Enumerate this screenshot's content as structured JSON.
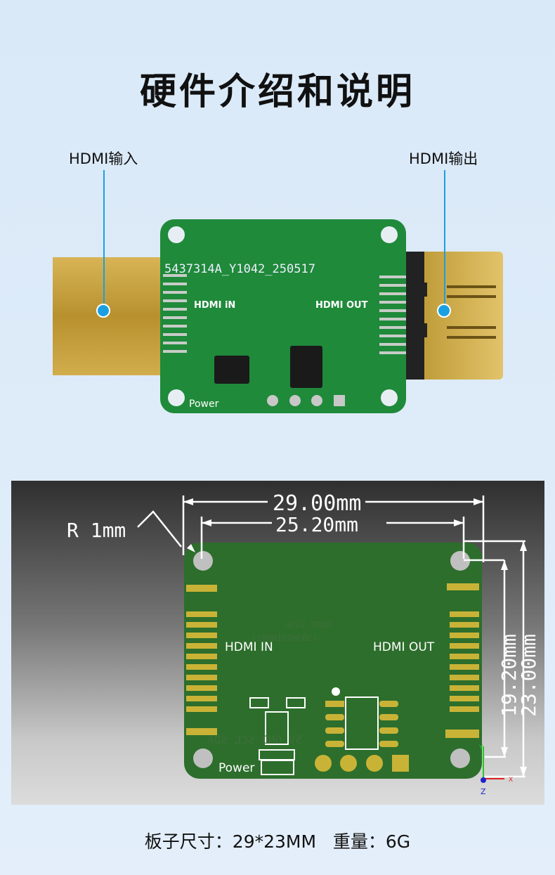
{
  "title": "硬件介绍和说明",
  "callouts": {
    "hdmi_in": "HDMI输入",
    "hdmi_out": "HDMI输出"
  },
  "board_photo": {
    "serial": "5437314A_Y1042_250517",
    "label_in": "HDMI iN",
    "label_out": "HDMI OUT",
    "power": "Power"
  },
  "drawing": {
    "width_outer": "29.00mm",
    "width_holes": "25.20mm",
    "height_holes": "19.20mm",
    "height_outer": "23.00mm",
    "radius": "R 1mm",
    "label_in": "HDMI IN",
    "label_out": "HDMI OUT",
    "power": "Power",
    "mirrored_name": "HDMI_Sink",
    "mirrored_code": "(303HDSINK01)",
    "mirrored_pins": "5V GND SCL SDA",
    "axis_y": "Y",
    "axis_x": "X",
    "axis_z": "Z"
  },
  "caption": "板子尺寸：29*23MM   重量：6G",
  "colors": {
    "accent": "#1aa0e0",
    "pcb": "#1f8a3a",
    "gold": "#c9a23a"
  }
}
